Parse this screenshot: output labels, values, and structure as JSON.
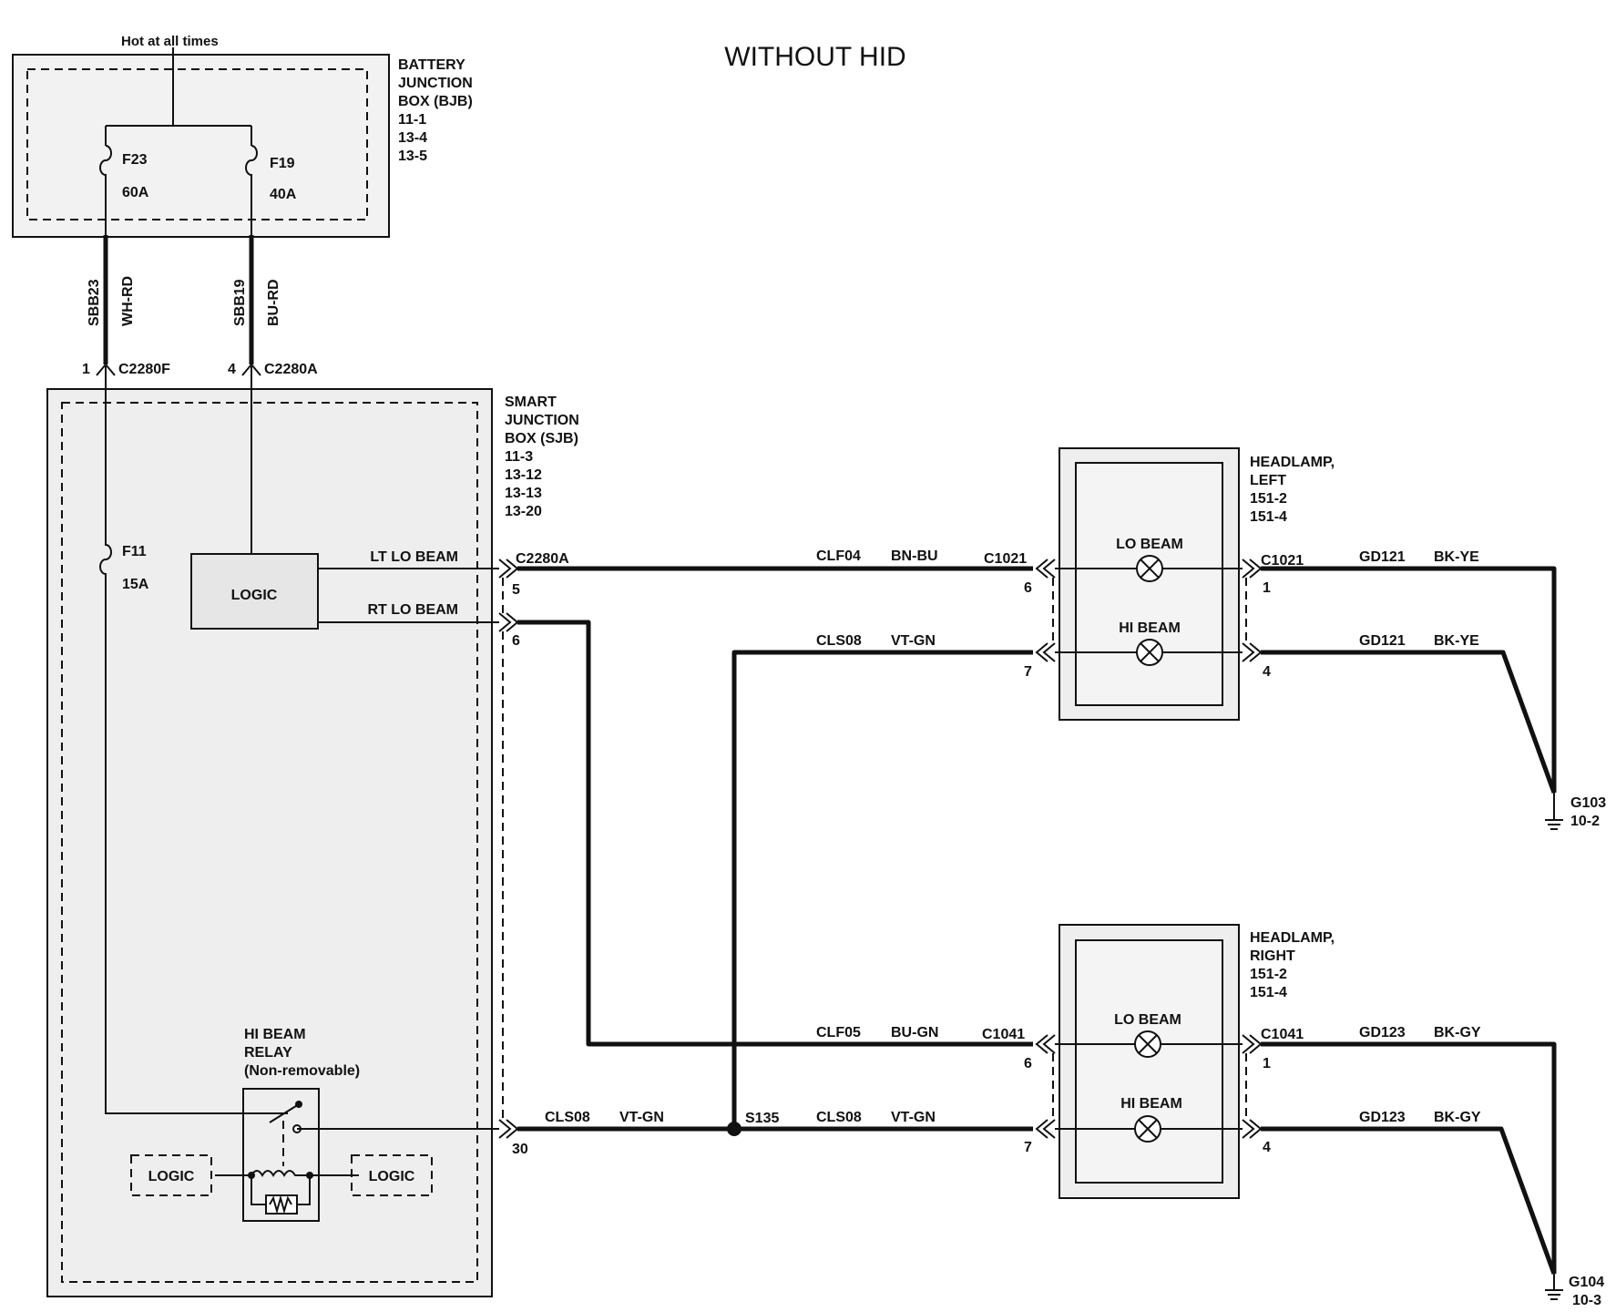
{
  "title": "WITHOUT HID",
  "bjb": {
    "hot_label": "Hot at all times",
    "name_lines": [
      "BATTERY",
      "JUNCTION",
      "BOX (BJB)",
      "11-1",
      "13-4",
      "13-5"
    ],
    "fuse_left": {
      "id": "F23",
      "rating": "60A"
    },
    "fuse_right": {
      "id": "F19",
      "rating": "40A"
    }
  },
  "feed_wires": {
    "left": {
      "circuit": "SBB23",
      "color": "WH-RD",
      "pin": "1",
      "connector": "C2280F"
    },
    "right": {
      "circuit": "SBB19",
      "color": "BU-RD",
      "pin": "4",
      "connector": "C2280A"
    }
  },
  "sjb": {
    "name_lines": [
      "SMART",
      "JUNCTION",
      "BOX (SJB)",
      "11-3",
      "13-12",
      "13-13",
      "13-20"
    ],
    "fuse": {
      "id": "F11",
      "rating": "15A"
    },
    "logic_label": "LOGIC",
    "lt_lo_beam": "LT LO BEAM",
    "rt_lo_beam": "RT LO BEAM",
    "connector": "C2280A",
    "pin_lt_lo": "5",
    "pin_rt_lo": "6",
    "pin_hi": "30",
    "relay_lines": [
      "HI BEAM",
      "RELAY",
      "(Non-removable)"
    ],
    "relay_logic_left": "LOGIC",
    "relay_logic_right": "LOGIC"
  },
  "headlamp_left": {
    "name_lines": [
      "HEADLAMP,",
      "LEFT",
      "151-2",
      "151-4"
    ],
    "lo_label": "LO BEAM",
    "hi_label": "HI BEAM",
    "in_connector": "C1021",
    "out_connector": "C1021",
    "pin_lo_in": "6",
    "pin_hi_in": "7",
    "pin_lo_out": "1",
    "pin_hi_out": "4",
    "lo_feed": {
      "circuit": "CLF04",
      "color": "BN-BU"
    },
    "hi_feed": {
      "circuit": "CLS08",
      "color": "VT-GN"
    },
    "lo_ground": {
      "circuit": "GD121",
      "color": "BK-YE"
    },
    "hi_ground": {
      "circuit": "GD121",
      "color": "BK-YE"
    },
    "ground": {
      "id": "G103",
      "ref": "10-2"
    }
  },
  "headlamp_right": {
    "name_lines": [
      "HEADLAMP,",
      "RIGHT",
      "151-2",
      "151-4"
    ],
    "lo_label": "LO BEAM",
    "hi_label": "HI BEAM",
    "in_connector": "C1041",
    "out_connector": "C1041",
    "pin_lo_in": "6",
    "pin_hi_in": "7",
    "pin_lo_out": "1",
    "pin_hi_out": "4",
    "lo_feed": {
      "circuit": "CLF05",
      "color": "BU-GN"
    },
    "hi_feed": {
      "circuit": "CLS08",
      "color": "VT-GN"
    },
    "lo_ground": {
      "circuit": "GD123",
      "color": "BK-GY"
    },
    "hi_ground": {
      "circuit": "GD123",
      "color": "BK-GY"
    },
    "ground": {
      "id": "G104",
      "ref": "10-3"
    }
  },
  "splice": {
    "id": "S135",
    "in_wire": {
      "circuit": "CLS08",
      "color": "VT-GN"
    },
    "out_wire": {
      "circuit": "CLS08",
      "color": "VT-GN"
    }
  }
}
